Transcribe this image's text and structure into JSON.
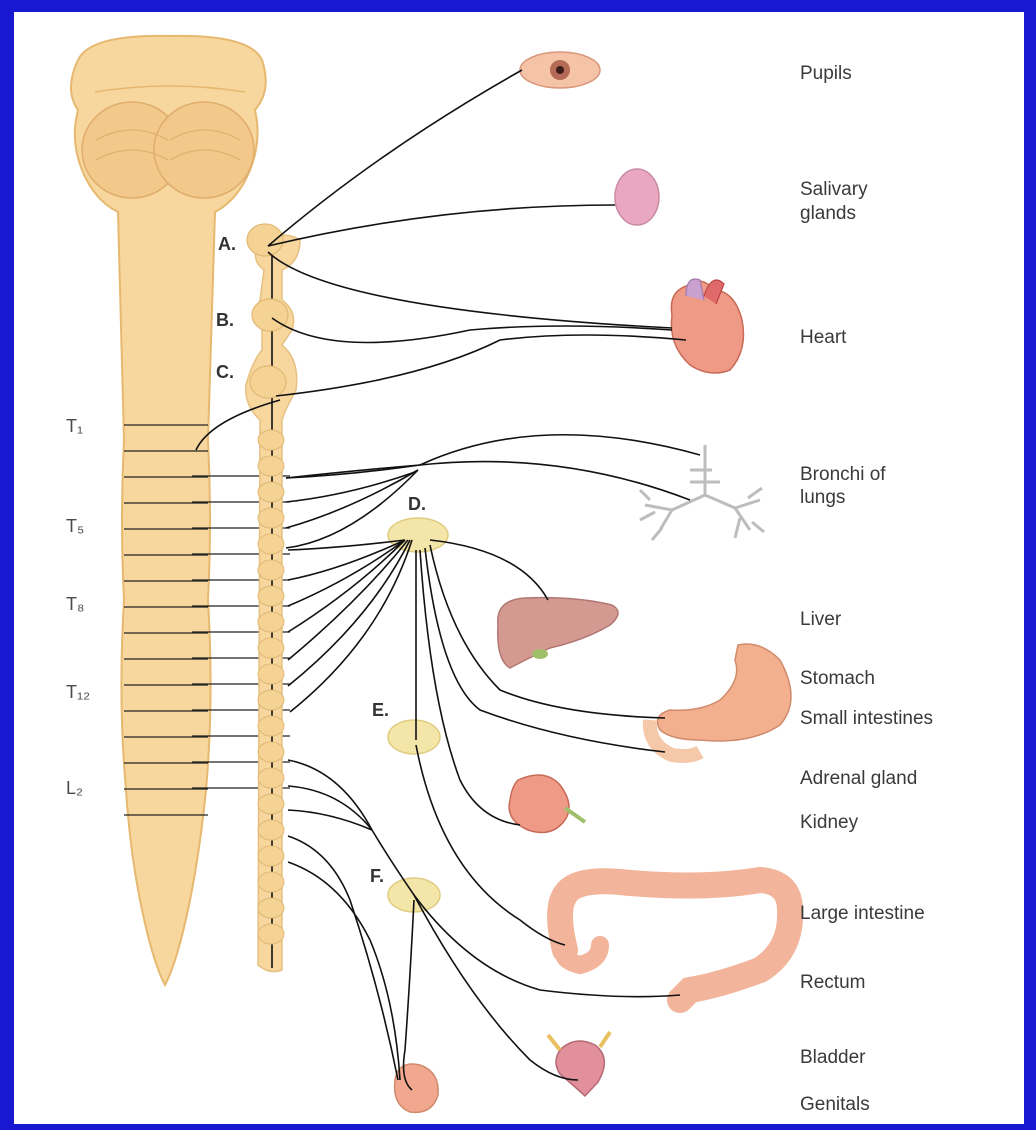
{
  "colors": {
    "background": "#1818d0",
    "panel": "#ffffff",
    "spine": "#f7d79e",
    "spine_edge": "#e6b870",
    "ganglion": "#f3e6a8",
    "organ": "#f0a88e",
    "nerve": "#111111"
  },
  "organ_labels": {
    "pupils": "Pupils",
    "salivary_1": "Salivary",
    "salivary_2": "glands",
    "heart": "Heart",
    "bronchi_1": "Bronchi of",
    "bronchi_2": "lungs",
    "liver": "Liver",
    "stomach": "Stomach",
    "small_intestines": "Small intestines",
    "adrenal": "Adrenal gland",
    "kidney": "Kidney",
    "large_intestine": "Large intestine",
    "rectum": "Rectum",
    "bladder": "Bladder",
    "genitals": "Genitals"
  },
  "segment_labels": {
    "t1": "T₁",
    "t5": "T₅",
    "t8": "T₈",
    "t12": "T₁₂",
    "l2": "L₂"
  },
  "ganglion_labels": {
    "a": "A.",
    "b": "B.",
    "c": "C.",
    "d": "D.",
    "e": "E.",
    "f": "F."
  },
  "organ_icons": [
    "eye-icon",
    "gland-icon",
    "heart-icon",
    "lungs-icon",
    "liver-icon",
    "stomach-icon",
    "kidney-icon",
    "intestine-icon",
    "bladder-icon",
    "genitals-icon"
  ]
}
